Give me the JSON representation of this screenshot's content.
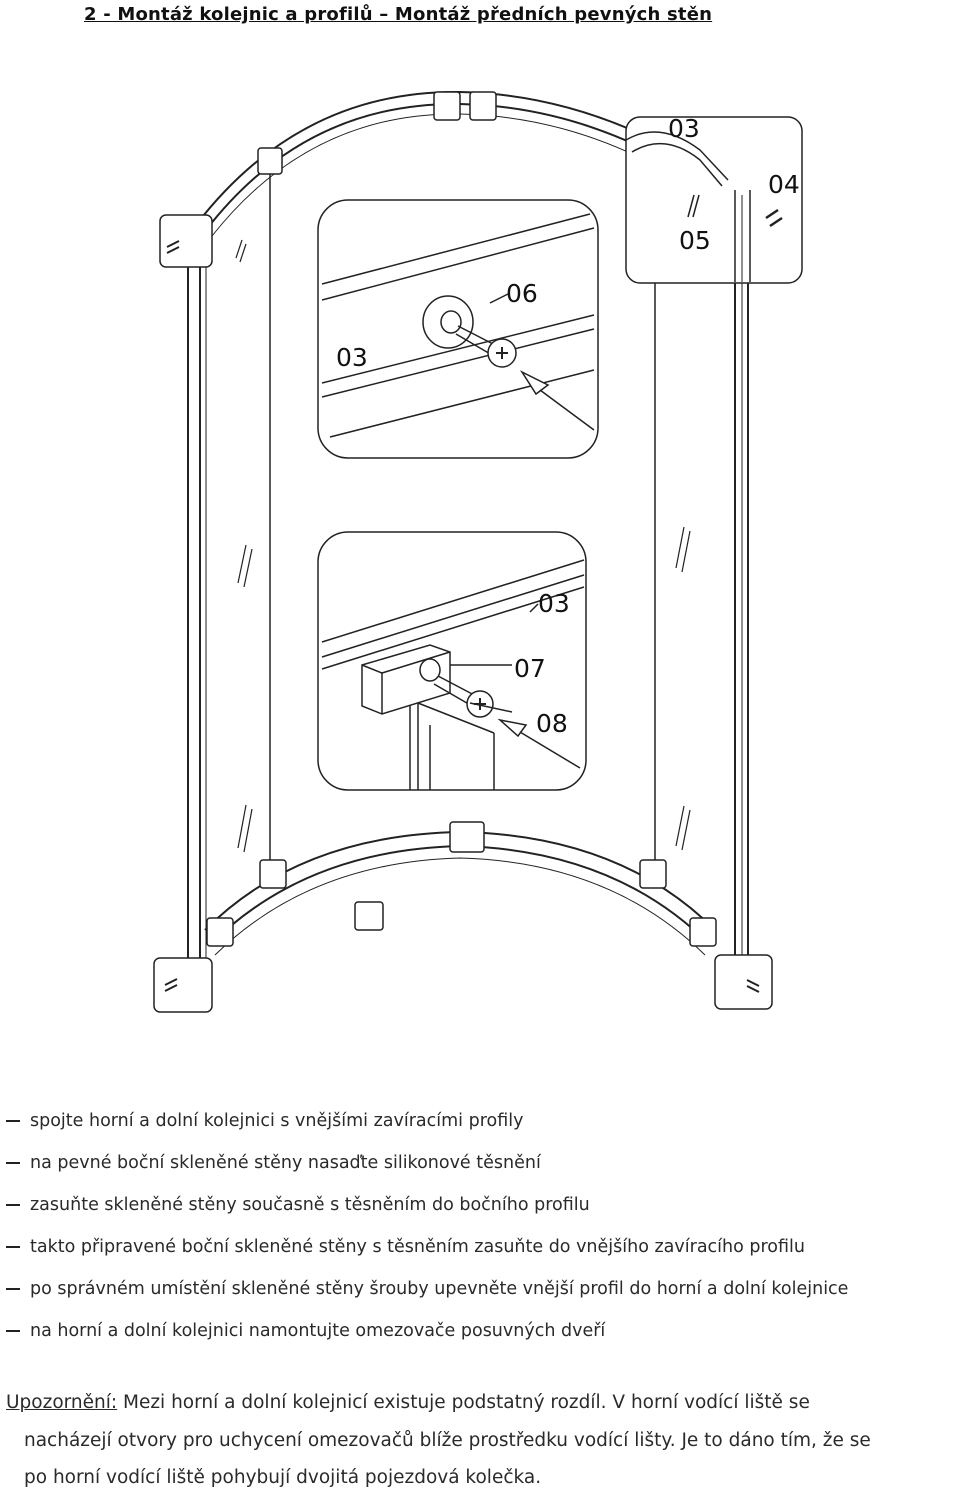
{
  "title": "2 - Montáž kolejnic a profilů – Montáž předních pevných stěn",
  "figure": {
    "labels": {
      "l03a": "03",
      "l04": "04",
      "l05": "05",
      "l06": "06",
      "l03b": "03",
      "l03c": "03",
      "l07": "07",
      "l08": "08"
    }
  },
  "steps": [
    "spojte horní a dolní kolejnici s vnějšími zavíracími profily",
    "na pevné boční skleněné stěny nasaďte silikonové těsnění",
    "zasuňte skleněné stěny současně s těsněním do bočního profilu",
    "takto připravené boční skleněné stěny s těsněním zasuňte do vnějšího zavíracího profilu",
    "po správném umístění skleněné stěny šrouby upevněte vnější profil do horní a dolní kolejnice",
    "na horní a dolní kolejnici namontujte omezovače posuvných dveří"
  ],
  "note": {
    "label": "Upozornění:",
    "line1": " Mezi horní a dolní kolejnicí existuje podstatný rozdíl. V horní vodící liště se",
    "line2": "nacházejí otvory pro uchycení omezovačů blíže prostředku vodící lišty. Je to dáno tím, že se",
    "line3": "po horní vodící liště pohybují dvojitá pojezdová kolečka."
  }
}
